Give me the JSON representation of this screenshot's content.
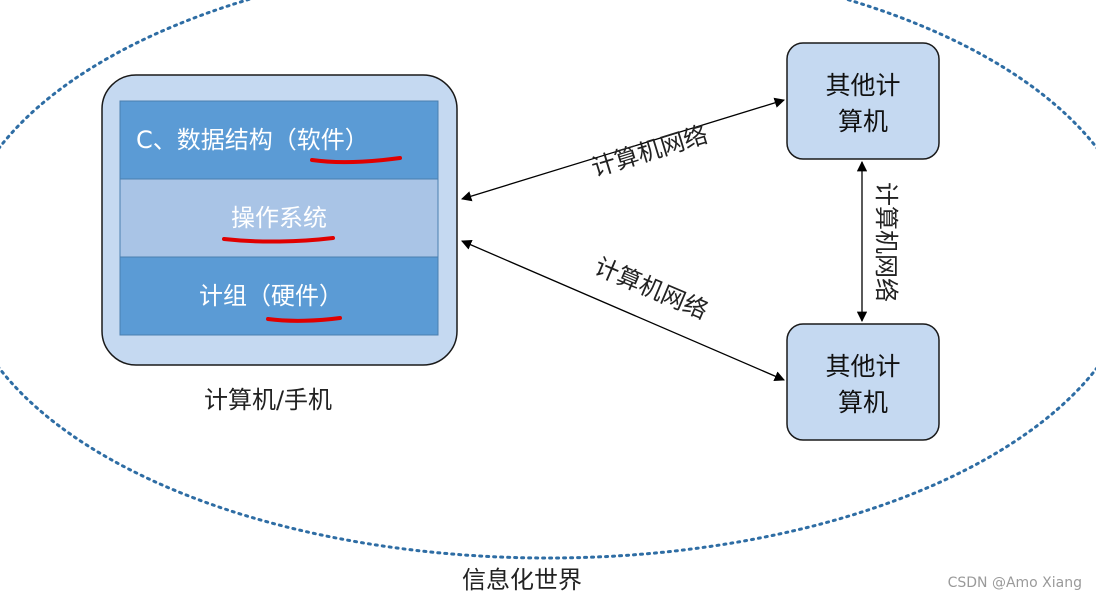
{
  "world": {
    "label": "信息化世界"
  },
  "computer": {
    "label": "计算机/手机",
    "layers": [
      {
        "text": "C、数据结构（软件）",
        "color": "#5b9bd5"
      },
      {
        "text": "操作系统",
        "color": "#a9c4e6"
      },
      {
        "text": "计组（硬件）",
        "color": "#5b9bd5"
      }
    ]
  },
  "other_computers": [
    {
      "line1": "其他计",
      "line2": "算机"
    },
    {
      "line1": "其他计",
      "line2": "算机"
    }
  ],
  "network_links": [
    {
      "label": "计算机网络"
    },
    {
      "label": "计算机网络"
    },
    {
      "label": "计算机网络"
    }
  ],
  "colors": {
    "outer_box": "#c5d9f1",
    "node_box": "#c5d9f1",
    "ellipse": "#2e6da4",
    "underline": "#e00000"
  },
  "watermark": "CSDN @Amo Xiang"
}
